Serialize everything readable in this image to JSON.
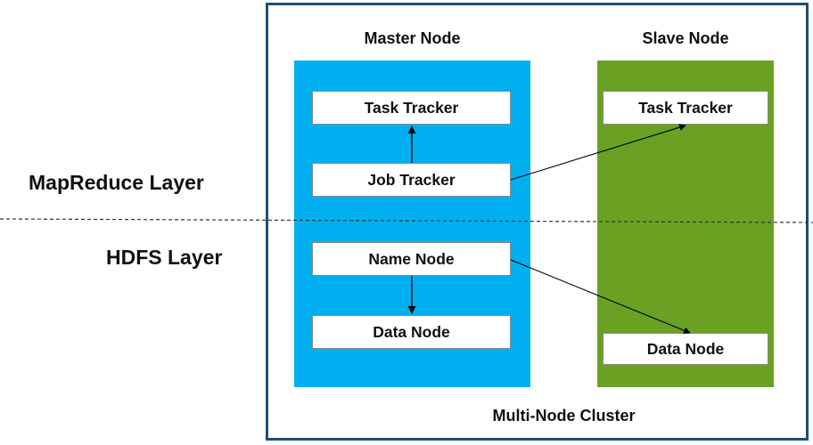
{
  "layers": {
    "mapreduce": "MapReduce Layer",
    "hdfs": "HDFS Layer"
  },
  "master": {
    "title": "Master Node",
    "color": "#00b0f0",
    "task_tracker": "Task Tracker",
    "job_tracker": "Job Tracker",
    "name_node": "Name Node",
    "data_node": "Data Node"
  },
  "slave": {
    "title": "Slave Node",
    "color": "#6aa122",
    "task_tracker": "Task Tracker",
    "data_node": "Data Node"
  },
  "cluster": {
    "caption": "Multi-Node Cluster",
    "border_color": "#1f4e79"
  }
}
